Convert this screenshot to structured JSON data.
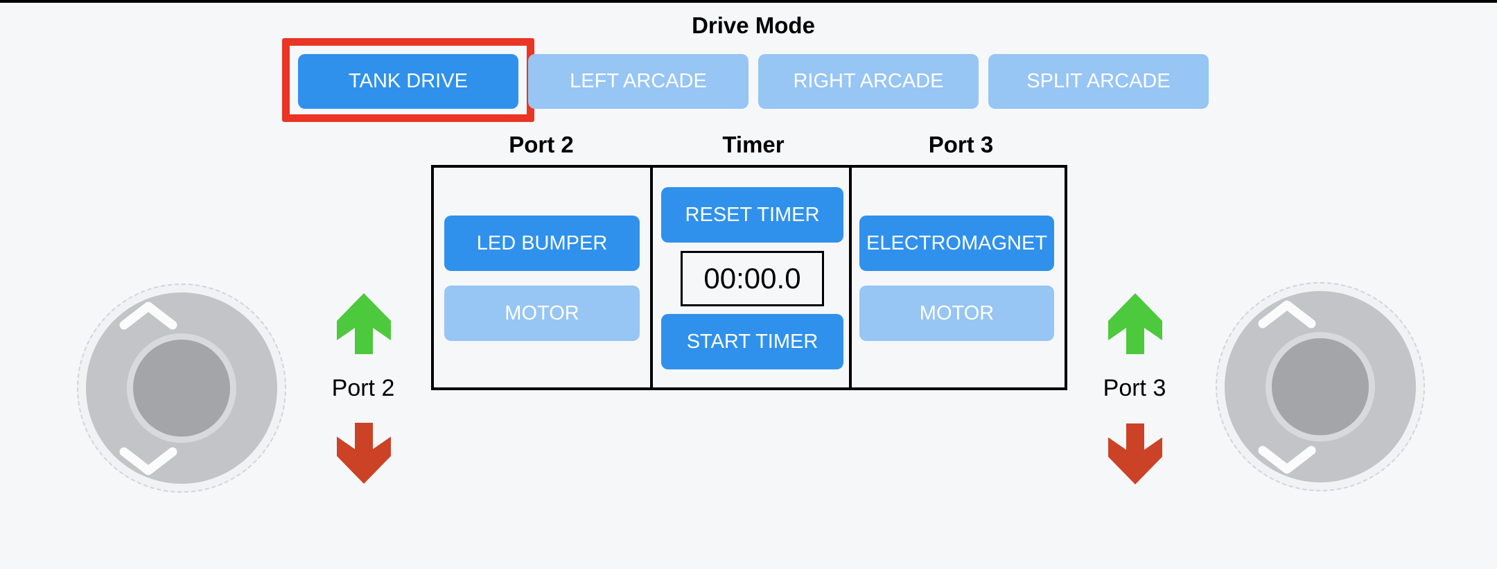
{
  "drive_mode": {
    "title": "Drive Mode",
    "modes": [
      {
        "label": "TANK DRIVE",
        "selected": true
      },
      {
        "label": "LEFT ARCADE",
        "selected": false
      },
      {
        "label": "RIGHT ARCADE",
        "selected": false
      },
      {
        "label": "SPLIT ARCADE",
        "selected": false
      }
    ]
  },
  "panel": {
    "headers": {
      "port2": "Port 2",
      "timer": "Timer",
      "port3": "Port 3"
    },
    "port2": {
      "buttons": [
        {
          "label": "LED BUMPER",
          "active": true
        },
        {
          "label": "MOTOR",
          "active": false
        }
      ]
    },
    "timer": {
      "reset": "RESET TIMER",
      "value": "00:00.0",
      "start": "START TIMER"
    },
    "port3": {
      "buttons": [
        {
          "label": "ELECTROMAGNET",
          "active": true
        },
        {
          "label": "MOTOR",
          "active": false
        }
      ]
    }
  },
  "joystick_ports": {
    "left": "Port 2",
    "right": "Port 3"
  },
  "colors": {
    "active_blue": "#2f91ec",
    "inactive_blue": "#97c5f4",
    "selection_highlight": "#ea3424",
    "up_arrow_green": "#4cc93d",
    "down_arrow_red": "#cb4226",
    "background": "#f6f7f9"
  }
}
